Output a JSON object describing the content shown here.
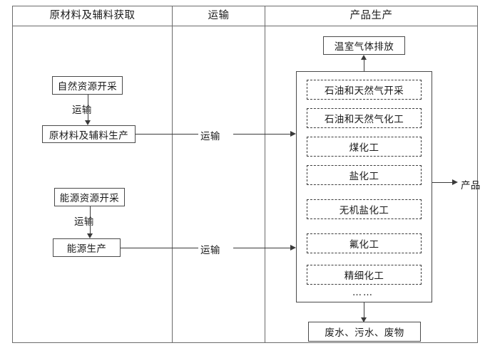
{
  "diagram": {
    "columns": [
      {
        "id": "raw-material-acquisition",
        "title": "原材料及辅料获取"
      },
      {
        "id": "transport",
        "title": "运输"
      },
      {
        "id": "product-production",
        "title": "产品生产"
      }
    ],
    "left_column": {
      "natural_resource_extraction": "自然资源开采",
      "transport_label_1": "运输",
      "raw_material_production": "原材料及辅料生产",
      "energy_resource_extraction": "能源资源开采",
      "transport_label_2": "运输",
      "energy_production": "能源生产"
    },
    "middle_column": {
      "transport_arrow_1": "运输",
      "transport_arrow_2": "运输"
    },
    "right_column": {
      "emissions": "温室气体排放",
      "processes": [
        "石油和天然气开采",
        "石油和天然气化工",
        "煤化工",
        "盐化工",
        "无机盐化工",
        "氟化工",
        "精细化工"
      ],
      "ellipsis": "……",
      "waste": "废水、污水、废物",
      "product_output": "产品"
    }
  }
}
